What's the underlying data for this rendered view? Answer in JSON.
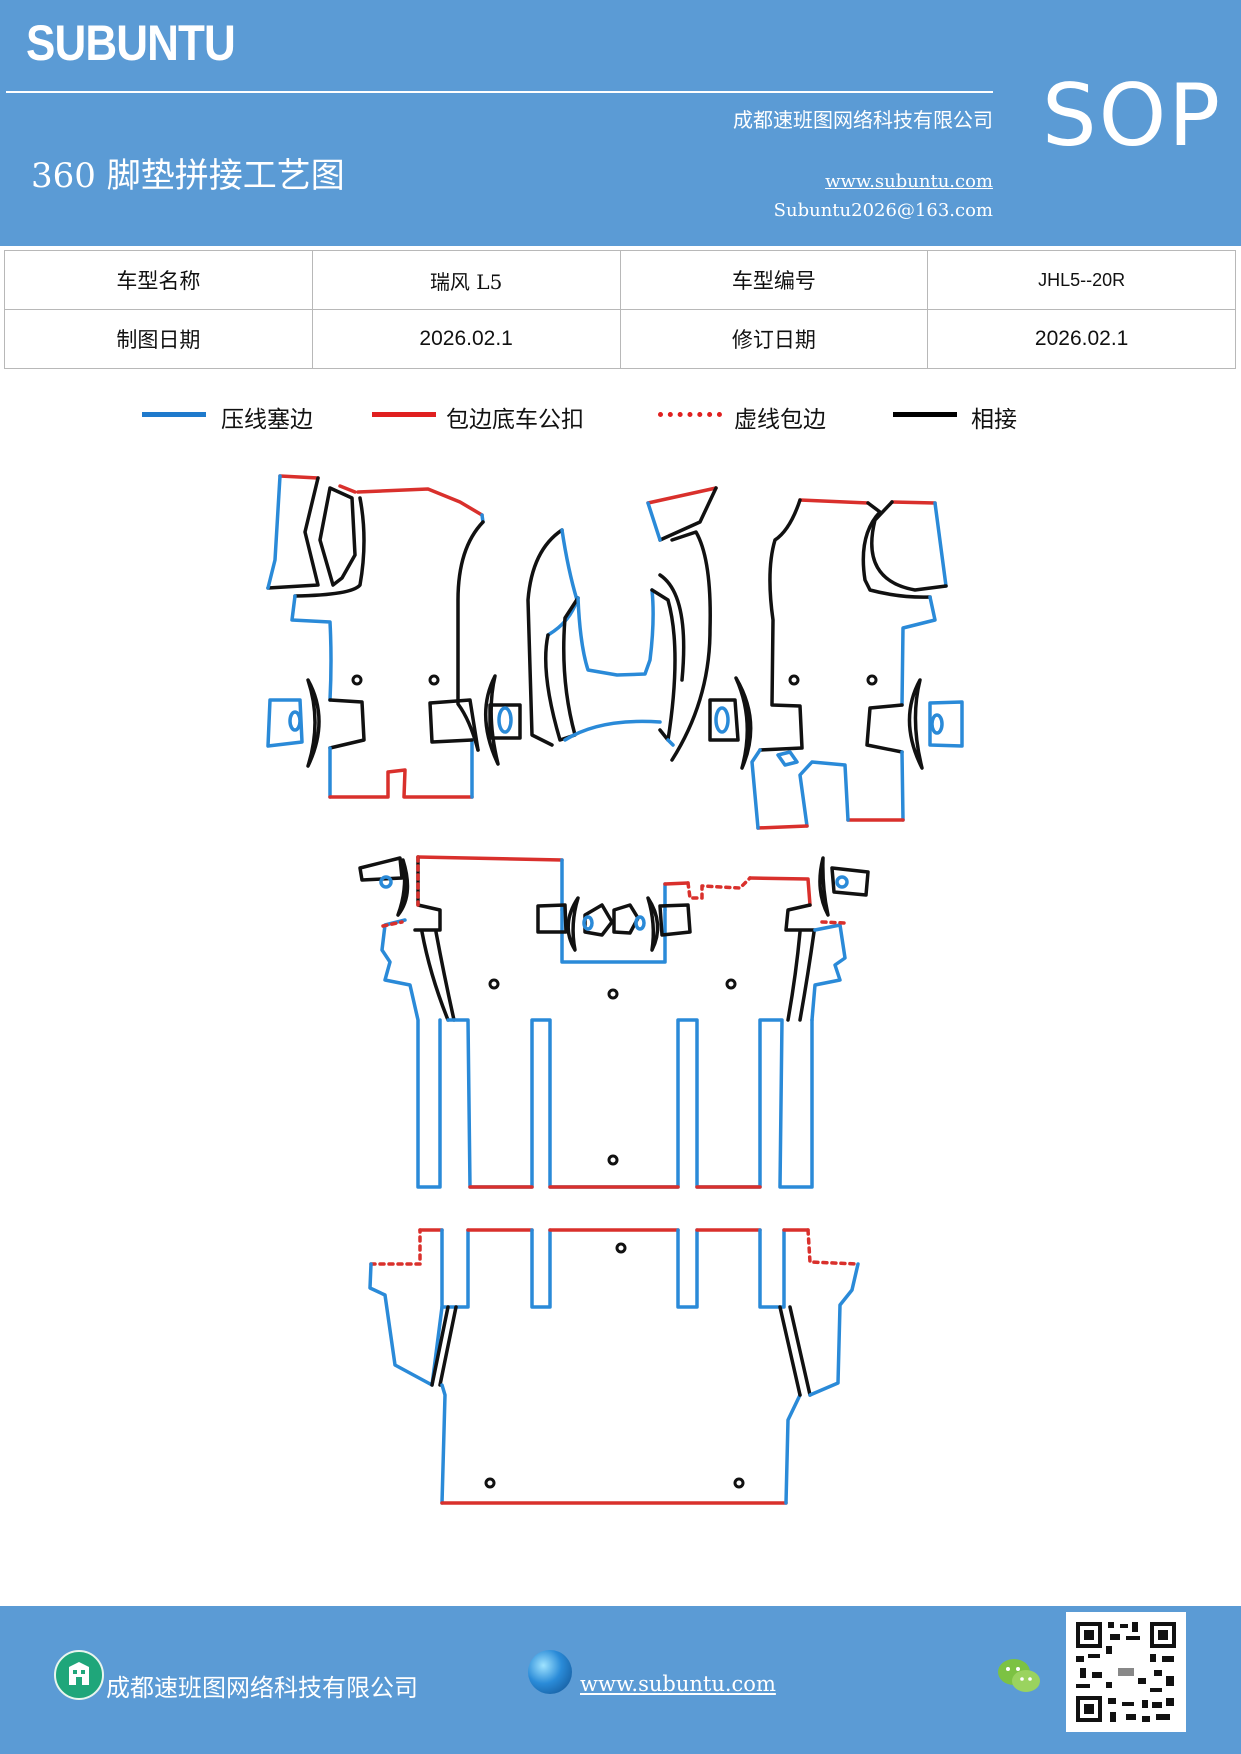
{
  "header": {
    "brand": "SUBUNTU",
    "company": "成都速班图网络科技有限公司",
    "title": "360 脚垫拼接工艺图",
    "website": "www.subuntu.com",
    "email": "Subuntu2026@163.com",
    "badge": "SOP"
  },
  "info_table": {
    "model_name_label": "车型名称",
    "model_name_value": "瑞风 L5",
    "model_code_label": "车型编号",
    "model_code_value": "JHL5--20R",
    "draw_date_label": "制图日期",
    "draw_date_value": "2026.02.1",
    "revise_date_label": "修订日期",
    "revise_date_value": "2026.02.1"
  },
  "legend": [
    {
      "label": "压线塞边",
      "color": "#1f7acc",
      "style": "solid"
    },
    {
      "label": "包边底车公扣",
      "color": "#e02020",
      "style": "solid"
    },
    {
      "label": "虚线包边",
      "color": "#e02020",
      "style": "dotted"
    },
    {
      "label": "相接",
      "color": "#000000",
      "style": "solid"
    }
  ],
  "colors": {
    "header_bg": "#5b9bd5",
    "blue_edge": "#2a8ad8",
    "red_edge": "#d9302c",
    "black_edge": "#111111"
  },
  "footer": {
    "company": "成都速班图网络科技有限公司",
    "website": "www.subuntu.com",
    "icons": [
      "building-icon",
      "globe-icon",
      "wechat-icon",
      "qr-code"
    ]
  }
}
